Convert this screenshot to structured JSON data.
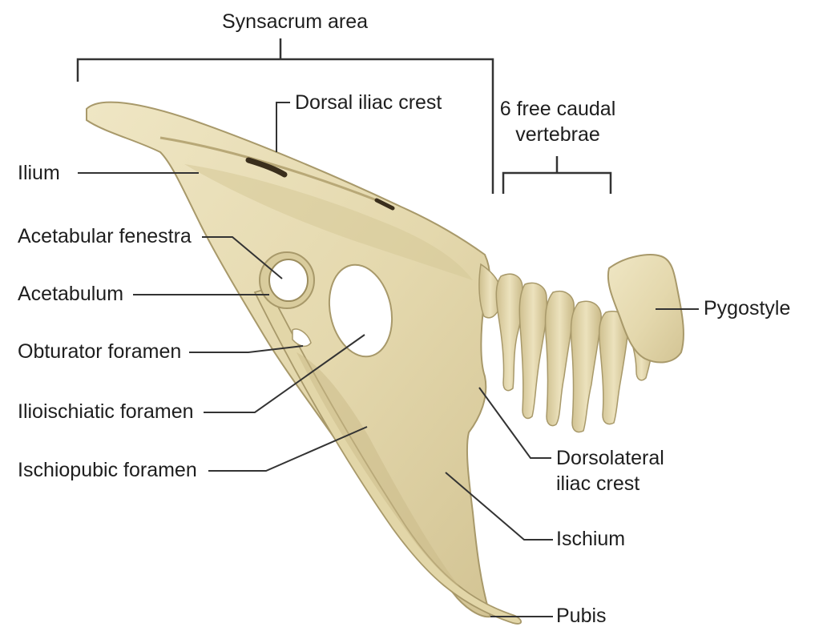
{
  "figure": {
    "labels": {
      "synsacrum_area": "Synsacrum area",
      "dorsal_iliac_crest": "Dorsal iliac crest",
      "free_caudal_line1": "6 free caudal",
      "free_caudal_line2": "vertebrae",
      "ilium": "Ilium",
      "acetabular_fenestra": "Acetabular fenestra",
      "acetabulum": "Acetabulum",
      "obturator_foramen": "Obturator foramen",
      "ilioischiatic_foramen": "Ilioischiatic foramen",
      "ischiopubic_foramen": "Ischiopubic foramen",
      "pygostyle": "Pygostyle",
      "dorsolateral_line1": "Dorsolateral",
      "dorsolateral_line2": "iliac crest",
      "ischium": "Ischium",
      "pubis": "Pubis"
    },
    "colors": {
      "bone_fill": "#e6dcb3",
      "bone_shadow": "#c8b98a",
      "bone_outline": "#a8996a",
      "leader_line": "#333333",
      "text": "#1e1e1e"
    }
  }
}
